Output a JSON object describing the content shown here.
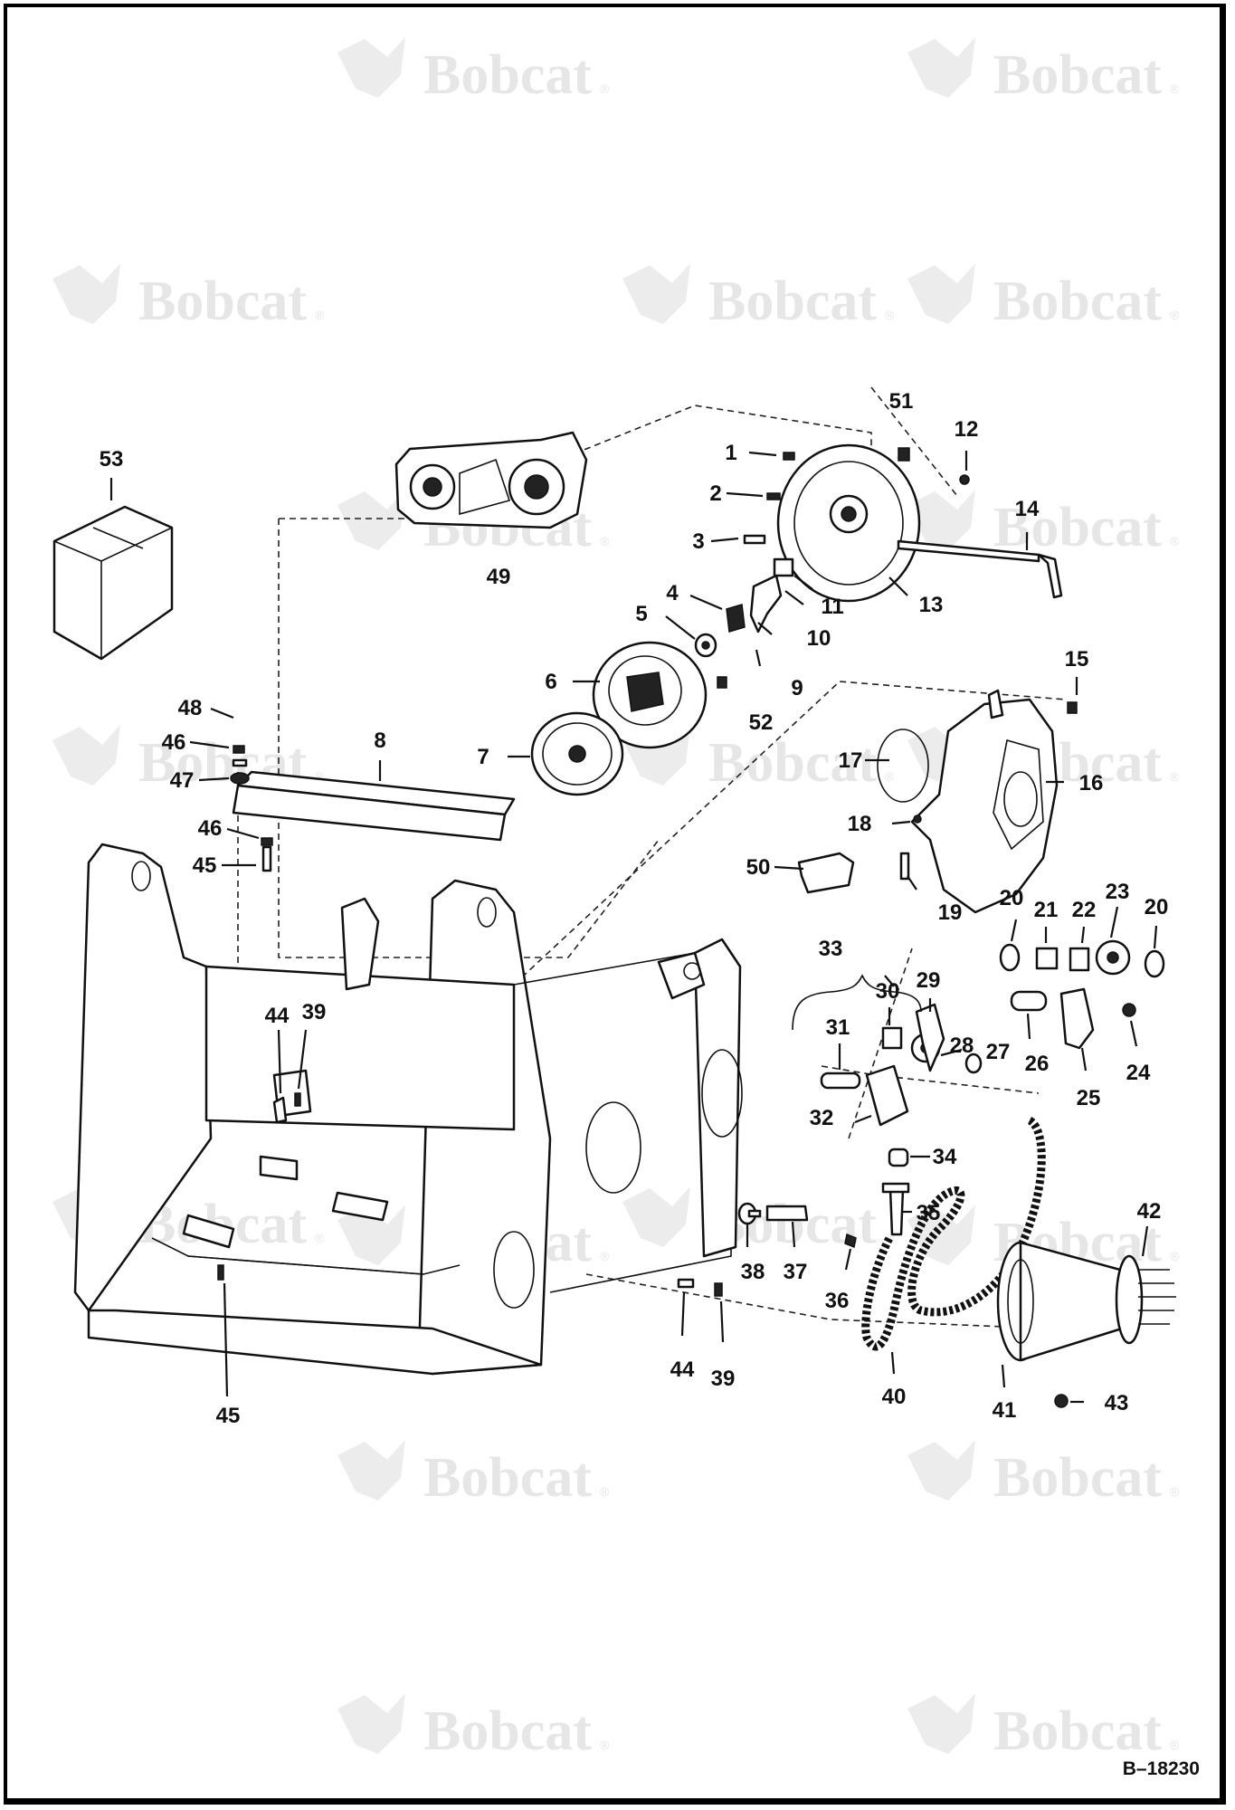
{
  "watermark": {
    "text": "Bobcat",
    "mark": "®"
  },
  "reference_code": "B–18230",
  "callouts": [
    "1",
    "2",
    "3",
    "4",
    "5",
    "6",
    "7",
    "8",
    "9",
    "10",
    "11",
    "12",
    "13",
    "14",
    "15",
    "16",
    "17",
    "18",
    "19",
    "20",
    "21",
    "22",
    "23",
    "24",
    "25",
    "26",
    "27",
    "28",
    "29",
    "30",
    "31",
    "32",
    "33",
    "34",
    "35",
    "36",
    "37",
    "38",
    "39",
    "40",
    "41",
    "42",
    "43",
    "44",
    "45",
    "46",
    "47",
    "48",
    "49",
    "50",
    "51",
    "52",
    "53"
  ]
}
